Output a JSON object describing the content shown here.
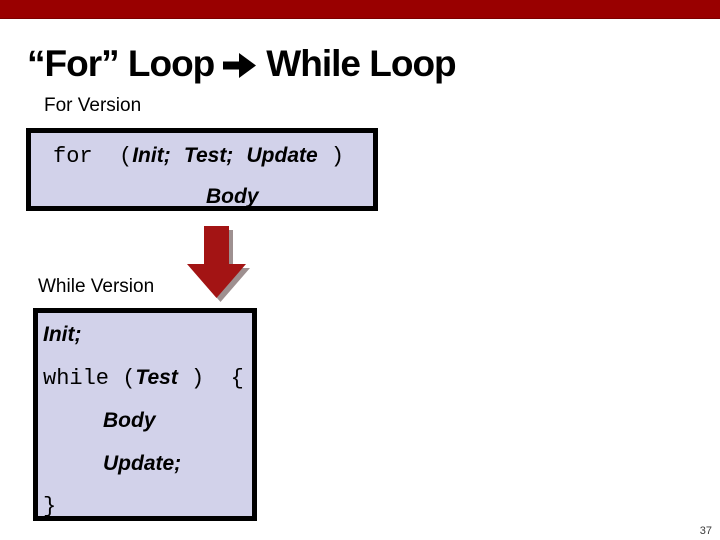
{
  "slide": {
    "title_left": "“For” Loop",
    "title_right": "While Loop",
    "page_number": "37"
  },
  "icons": {
    "title_arrow": "right-arrow",
    "transform_arrow": "down-arrow"
  },
  "for_section": {
    "label": "For Version",
    "code": {
      "keyword_open": "for  (",
      "init": "Init;",
      "sep1": " ",
      "test": "Test;",
      "sep2": " ",
      "update": "Update",
      "close": " )",
      "body": "Body"
    }
  },
  "while_section": {
    "label": "While Version",
    "code": {
      "init": "Init;",
      "keyword_open": "while (",
      "test": "Test",
      "close_brace": " )  {",
      "body": "Body",
      "update": "Update;",
      "closing_brace": "}"
    }
  },
  "colors": {
    "accent_bar": "#990000",
    "arrow_fill": "#a31414",
    "arrow_shadow": "#9e9090",
    "box_background": "#d2d2ea",
    "box_border": "#000000"
  }
}
